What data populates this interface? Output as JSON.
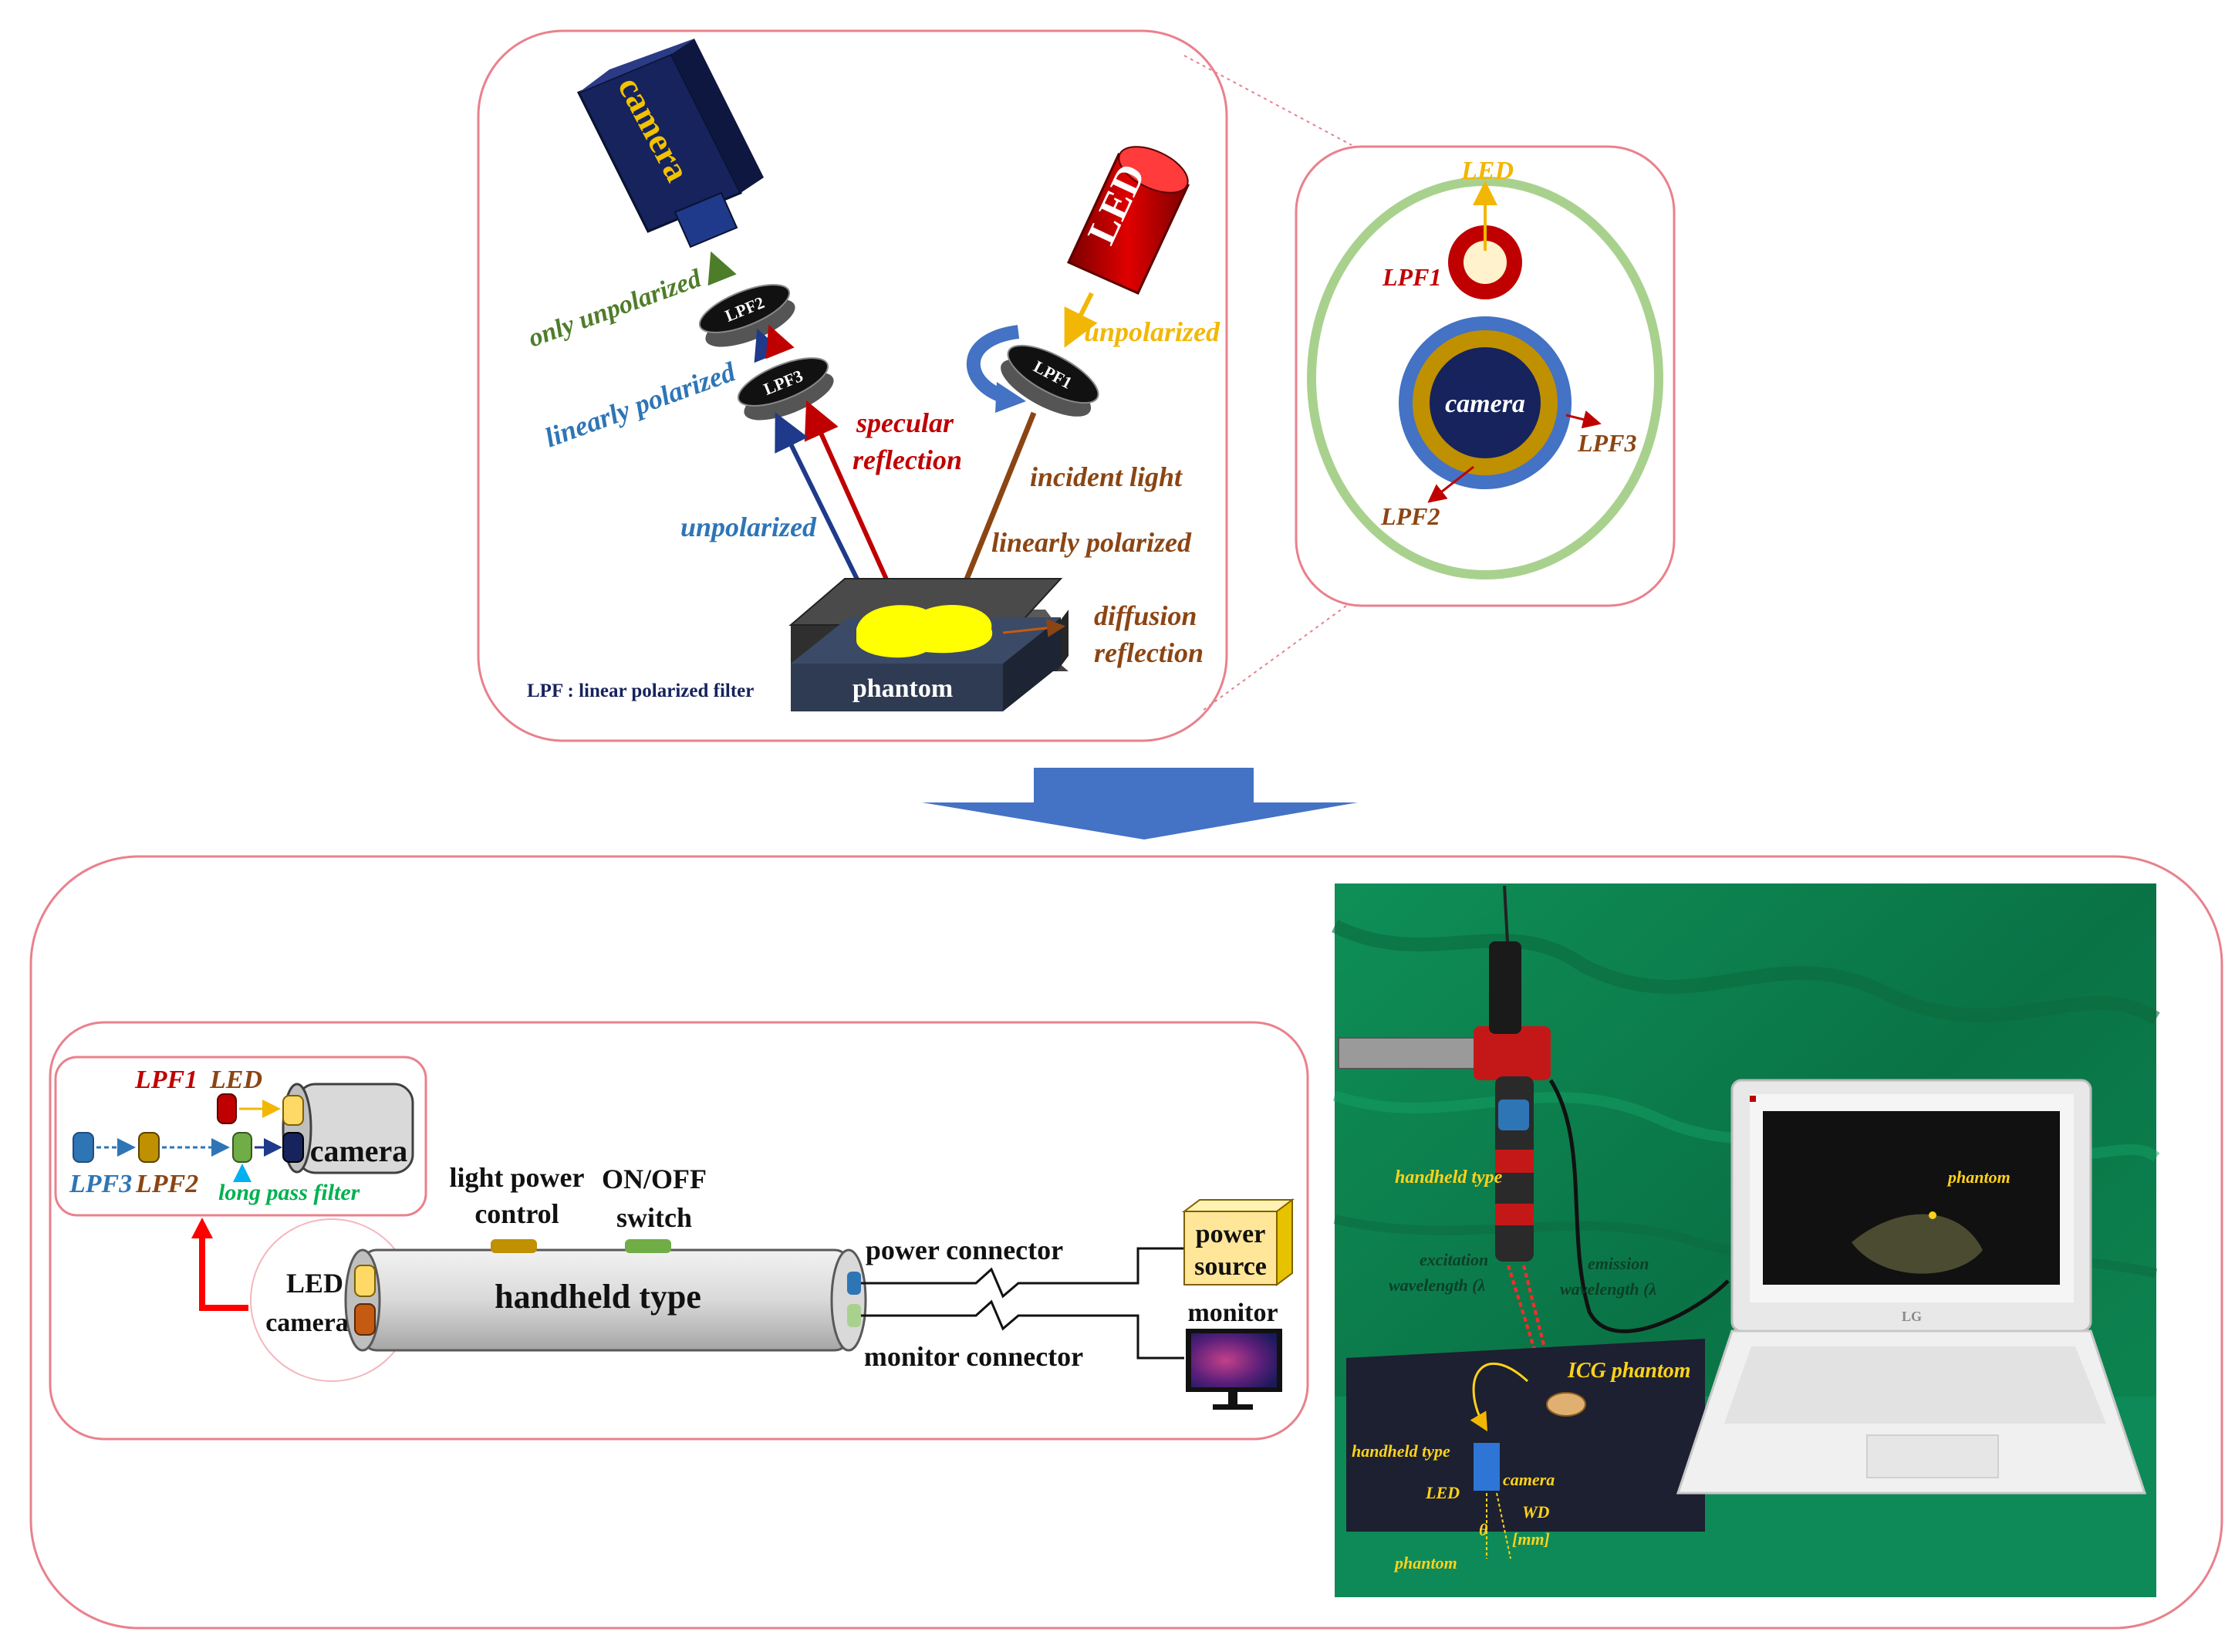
{
  "polarization_panel": {
    "camera_label": "camera",
    "led_label": "LED",
    "lpf1_label": "LPF1",
    "lpf2_label": "LPF2",
    "lpf3_label": "LPF3",
    "only_unpolarized": "only unpolarized",
    "linearly_polarized_reflected": "linearly polarized",
    "unpolarized_led": "unpolarized",
    "specular_reflection_1": "specular",
    "specular_reflection_2": "reflection",
    "incident_light": "incident light",
    "unpolarized_reflected": "unpolarized",
    "linearly_polarized_incident": "linearly polarized",
    "diffusion_reflection_1": "diffusion",
    "diffusion_reflection_2": "reflection",
    "phantom_label": "phantom",
    "lpf_note": "LPF : linear polarized  filter"
  },
  "front_view_panel": {
    "led_label": "LED",
    "lpf1_label": "LPF1",
    "camera_label": "camera",
    "lpf3_label": "LPF3",
    "lpf2_label": "LPF2"
  },
  "system_panel": {
    "inset": {
      "lpf1_label": "LPF1",
      "led_label": "LED",
      "camera_label": "camera",
      "lpf3_label": "LPF3",
      "lpf2_label": "LPF2",
      "long_pass_filter_label": "long pass filter"
    },
    "led_label": "LED",
    "camera_label": "camera",
    "handheld_label": "handheld type",
    "light_power_1": "light power",
    "light_power_2": "control",
    "onoff_1": "ON/OFF",
    "onoff_2": "switch",
    "power_connector": "power connector",
    "monitor_connector": "monitor  connector",
    "power_source_1": "power",
    "power_source_2": "source",
    "monitor_label": "monitor"
  },
  "photo_panel": {
    "handheld_type_top": "handheld type",
    "excitation_1": "excitation",
    "excitation_2": "wavelength (λ",
    "emission_1": "emission",
    "emission_2": "wavelength (λ",
    "icg_phantom": "ICG phantom",
    "phantom_on_screen": "phantom",
    "handheld_type_bottom": "handheld type",
    "camera_small": "camera",
    "led_small": "LED",
    "wd_1": "WD",
    "wd_2": "[mm]",
    "theta": "θ",
    "phantom_small": "phantom",
    "laptop_brand": "LG"
  },
  "colors": {
    "panel_border": "#e9818c",
    "arrow_blue": "#4472c4",
    "camera_navy": "#16235c",
    "led_red": "#c00000",
    "lpf_brown": "#8b4513",
    "green_text": "#4e7d2a",
    "yellow_text": "#ffd21a",
    "photo_green": "#0a7a4e"
  }
}
